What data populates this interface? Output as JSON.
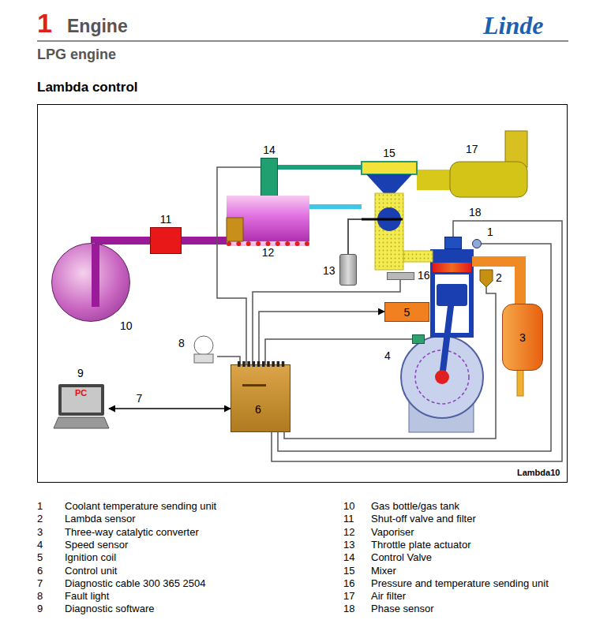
{
  "diagram": {
    "title": "Lambda control",
    "nodes": [
      {
        "text": [
          "14"
        ]
      },
      {
        "text": [
          "15"
        ]
      },
      {
        "text": [
          "17"
        ]
      },
      {
        "text": [
          "18"
        ]
      },
      {
        "text": [
          "1"
        ]
      },
      {
        "text": [
          "11"
        ]
      },
      {
        "text": [
          "12"
        ]
      },
      {
        "text": [
          "16"
        ]
      },
      {
        "text": [
          "13"
        ]
      },
      {
        "text": [
          "2"
        ]
      },
      {
        "text": [
          "10"
        ]
      },
      {
        "text": [
          "5"
        ]
      },
      {
        "text": [
          "3"
        ]
      },
      {
        "text": [
          "8"
        ]
      },
      {
        "text": [
          "4"
        ]
      },
      {
        "text": [
          "9",
          "PC"
        ]
      },
      {
        "text": [
          "6"
        ]
      }
    ],
    "edges": [
      {
        "from": 10,
        "to": 5,
        "arrow": "none"
      },
      {
        "from": 5,
        "to": 6,
        "arrow": "none"
      },
      {
        "from": 6,
        "to": 1,
        "arrow": "none"
      },
      {
        "from": 0,
        "to": 1,
        "arrow": "none"
      },
      {
        "from": 8,
        "to": 1,
        "arrow": "none"
      },
      {
        "from": 2,
        "to": 1,
        "arrow": "none"
      },
      {
        "from": 0,
        "to": 16,
        "arrow": "none"
      },
      {
        "from": 7,
        "to": 16,
        "arrow": "none"
      },
      {
        "from": 16,
        "to": 11,
        "arrow": "to"
      },
      {
        "from": 14,
        "to": 16,
        "arrow": "none"
      },
      {
        "from": 3,
        "to": 16,
        "arrow": "none"
      },
      {
        "from": 4,
        "to": 16,
        "arrow": "none"
      },
      {
        "from": 9,
        "to": 16,
        "arrow": "none"
      },
      {
        "from": 16,
        "to": 13,
        "arrow": "none"
      },
      {
        "from": 15,
        "to": 16,
        "label": "7",
        "arrow": "both"
      }
    ],
    "labels": [
      "1",
      "Engine",
      "Linde",
      "LPG engine",
      "Lambda10",
      "1",
      "Coolant temperature sending unit",
      "2",
      "Lambda sensor",
      "3",
      "Three-way catalytic converter",
      "4",
      "Speed sensor",
      "5",
      "Ignition coil",
      "6",
      "Control unit",
      "7",
      "Diagnostic cable 300 365 2504",
      "8",
      "Fault light",
      "9",
      "Diagnostic software",
      "10",
      "Gas bottle/gas tank",
      "11",
      "Shut-off valve and filter",
      "12",
      "Vaporiser",
      "13",
      "Throttle plate actuator",
      "14",
      "Control Valve",
      "15",
      "Mixer",
      "16",
      "Pressure and temperature sending unit",
      "17",
      "Air filter",
      "18",
      "Phase sensor"
    ]
  }
}
